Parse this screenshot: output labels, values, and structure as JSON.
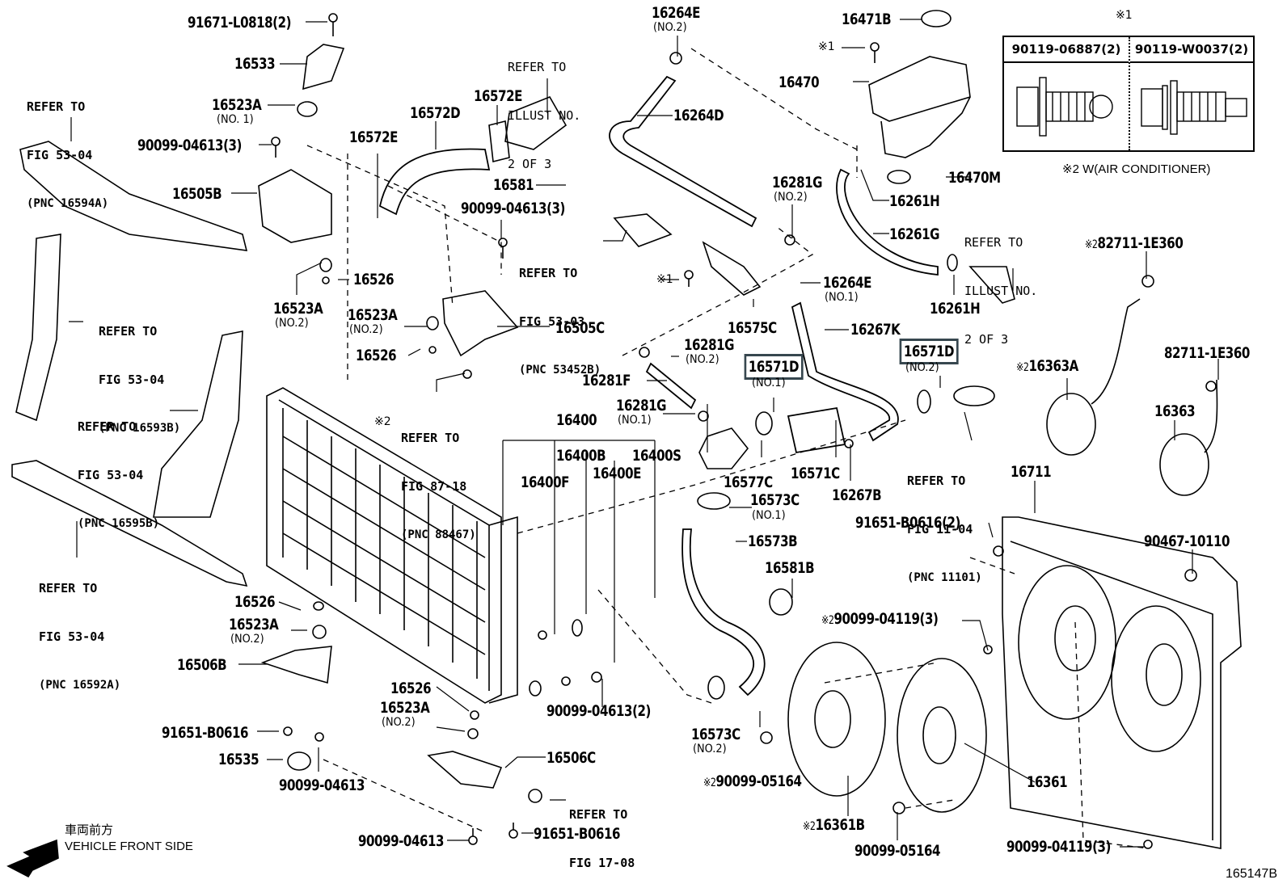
{
  "diagram": {
    "title": "Radiator & Water Outlet / Cooling Fan parts diagram",
    "figure_number": "165147B",
    "direction_indicator": {
      "japanese": "車両前方",
      "english": "VEHICLE FRONT SIDE"
    },
    "footnotes": {
      "mark1": "※1",
      "mark2_note": "※2 W(AIR CONDITIONER)"
    },
    "bolt_table": {
      "mark": "※1",
      "columns": [
        "90119-06887(2)",
        "90119-W0037(2)"
      ]
    },
    "highlighted_parts": [
      "16571D (NO.1)",
      "16571D (NO.2)"
    ],
    "highlight_color": "#37474f",
    "labels": {
      "p91671_L0818": "91671-L0818(2)",
      "p16533": "16533",
      "p16523A_no1": "16523A",
      "p16523A_no1_sub": "(NO. 1)",
      "p90099_04613_3a": "90099-04613(3)",
      "p16505B": "16505B",
      "p16523A_no2a": "16523A",
      "p16523A_no2a_sub": "(NO.2)",
      "p16526a": "16526",
      "p16523A_no2b": "16523A",
      "p16523A_no2b_sub": "(NO.2)",
      "p16526b": "16526",
      "p16505C": "16505C",
      "p16572E_left": "16572E",
      "p16572D": "16572D",
      "p16572E_right": "16572E",
      "p16581": "16581",
      "p90099_04613_3b": "90099-04613(3)",
      "p16264E_no2": "16264E",
      "p16264E_no2_sub": "(NO.2)",
      "p16264D": "16264D",
      "p16471B": "16471B",
      "p16470": "16470",
      "p16470M": "16470M",
      "p16261H_top": "16261H",
      "p16261G": "16261G",
      "p16261H_bottom": "16261H",
      "p16281G_no2_top": "16281G",
      "p16281G_no2_top_sub": "(NO.2)",
      "p16264E_no1": "16264E",
      "p16264E_no1_sub": "(NO.1)",
      "p16575C": "16575C",
      "p16267K": "16267K",
      "p16281G_no2_mid": "16281G",
      "p16281G_no2_mid_sub": "(NO.2)",
      "p16281F": "16281F",
      "p16281G_no1": "16281G",
      "p16281G_no1_sub": "(NO.1)",
      "p16571D_no1": "16571D",
      "p16571D_no1_sub": "(NO.1)",
      "p16571D_no2": "16571D",
      "p16571D_no2_sub": "(NO.2)",
      "p16400": "16400",
      "p16400B": "16400B",
      "p16400S": "16400S",
      "p16400F": "16400F",
      "p16400E": "16400E",
      "p16577C": "16577C",
      "p16571C": "16571C",
      "p16267B": "16267B",
      "p16573C_no1": "16573C",
      "p16573C_no1_sub": "(NO.1)",
      "p16573B": "16573B",
      "p16581B": "16581B",
      "p16573C_no2": "16573C",
      "p16573C_no2_sub": "(NO.2)",
      "p82711_1E360_a": "82711-1E360",
      "p16363A": "16363A",
      "p82711_1E360_b": "82711-1E360",
      "p16363": "16363",
      "p16711": "16711",
      "p91651_B0616_2": "91651-B0616(2)",
      "p90467_10110": "90467-10110",
      "p90099_04119_3a": "90099-04119(3)",
      "p90099_04119_3b": "90099-04119(3)",
      "p16361": "16361",
      "p16361B": "16361B",
      "p90099_05164_a": "90099-05164",
      "p90099_05164_b": "90099-05164",
      "p16526c": "16526",
      "p16523A_no2c": "16523A",
      "p16523A_no2c_sub": "(NO.2)",
      "p16506B": "16506B",
      "p91651_B0616_a": "91651-B0616",
      "p16535": "16535",
      "p90099_04613_a": "90099-04613",
      "p16526d": "16526",
      "p16523A_no2d": "16523A",
      "p16523A_no2d_sub": "(NO.2)",
      "p16506C": "16506C",
      "p90099_04613_b": "90099-04613",
      "p91651_B0616_b": "91651-B0616",
      "p90099_04613_2": "90099-04613(2)"
    },
    "references": {
      "r_fig5304_16594A": [
        "REFER TO",
        "FIG 53-04",
        "(PNC 16594A)"
      ],
      "r_fig5304_16593B": [
        "REFER TO",
        "FIG 53-04",
        "(PNC 16593B)"
      ],
      "r_fig5304_16595B": [
        "REFER TO",
        "FIG 53-04",
        "(PNC 16595B)"
      ],
      "r_fig5304_16592A": [
        "REFER TO",
        "FIG 53-04",
        "(PNC 16592A)"
      ],
      "r_illust_top": [
        "REFER TO",
        "ILLUST NO.",
        "2 OF 3"
      ],
      "r_illust_right": [
        "REFER TO",
        "ILLUST NO.",
        "2 OF 3"
      ],
      "r_fig5303": [
        "REFER TO",
        "FIG 53-03",
        "(PNC 53452B)"
      ],
      "r_fig8718": [
        "REFER TO",
        "FIG 87-18",
        "(PNC 88467)"
      ],
      "r_fig1104": [
        "REFER TO",
        "FIG 11-04",
        "(PNC 11101)"
      ],
      "r_fig1708": [
        "REFER TO",
        "FIG 17-08"
      ]
    }
  }
}
